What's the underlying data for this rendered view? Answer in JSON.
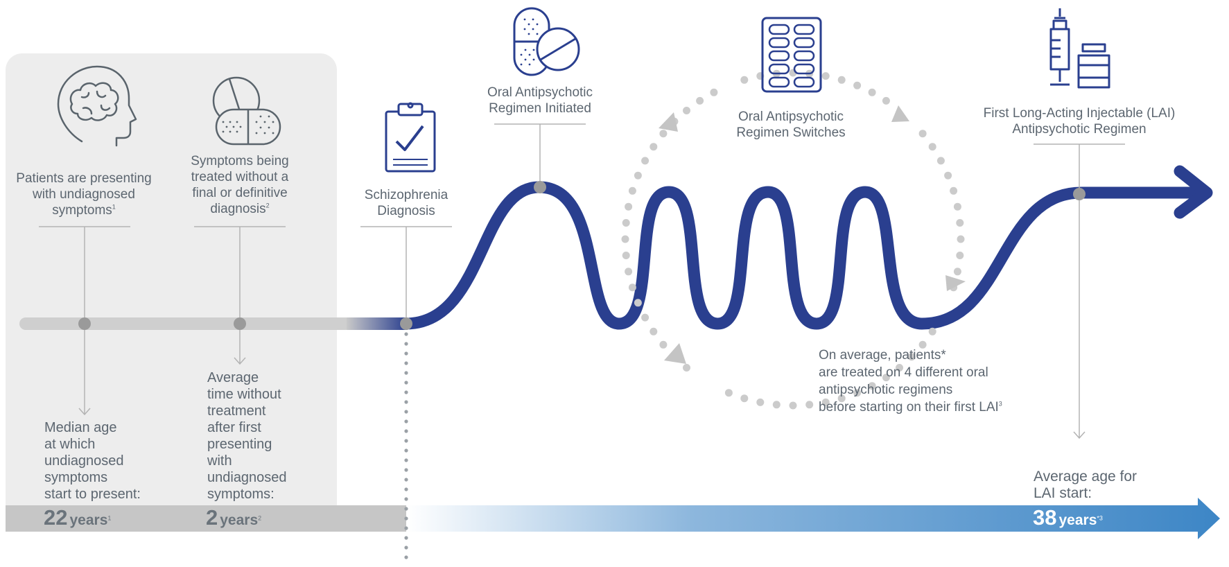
{
  "labels": {
    "undiagnosed": {
      "line1": "Patients are presenting",
      "line2": "with undiagnosed",
      "line3": "symptoms",
      "ref": "1"
    },
    "treated": {
      "line1": "Symptoms being",
      "line2": "treated without a",
      "line3": "final or definitive",
      "line4": "diagnosis",
      "ref": "2"
    },
    "diagnosis": {
      "line1": "Schizophrenia",
      "line2": "Diagnosis"
    },
    "oral_initiated": {
      "line1": "Oral Antipsychotic",
      "line2": "Regimen Initiated"
    },
    "oral_switches": {
      "line1": "Oral Antipsychotic",
      "line2": "Regimen Switches"
    },
    "lai": {
      "line1": "First Long-Acting Injectable (LAI)",
      "line2": "Antipsychotic Regimen"
    }
  },
  "median_age": {
    "lines": [
      "Median age",
      "at which",
      "undiagnosed",
      "symptoms",
      "start to present:"
    ]
  },
  "avg_time": {
    "lines": [
      "Average",
      "time without",
      "treatment",
      "after first",
      "presenting",
      "with",
      "undiagnosed",
      "symptoms:"
    ]
  },
  "avg_lai_age": {
    "lines": [
      "Average age for",
      "LAI start:"
    ]
  },
  "stats": {
    "median_age": {
      "value": "22",
      "unit": "years",
      "ref": "1"
    },
    "avg_time": {
      "value": "2",
      "unit": "years",
      "ref": "2"
    },
    "lai_age": {
      "value": "38",
      "unit": "years",
      "ref": "*3"
    }
  },
  "note": {
    "line1": "On average, patients*",
    "line2": "are treated on 4 different oral",
    "line3": "antipsychotic regimens",
    "line4": "before starting on their first LAI",
    "ref": "3"
  },
  "colors": {
    "navy": "#2a3f8f",
    "gray_panel": "#ededed",
    "gray_band": "#c6c6c6",
    "blue_arrow": "#3d86c6",
    "dot_gray": "#c9c9c9",
    "text": "#5c6670",
    "icon_gray": "#5a646c"
  },
  "icons": [
    "head-brain-icon",
    "pills-icon",
    "clipboard-check-icon",
    "capsule-pills-icon",
    "blister-pack-icon",
    "syringe-vial-icon"
  ]
}
